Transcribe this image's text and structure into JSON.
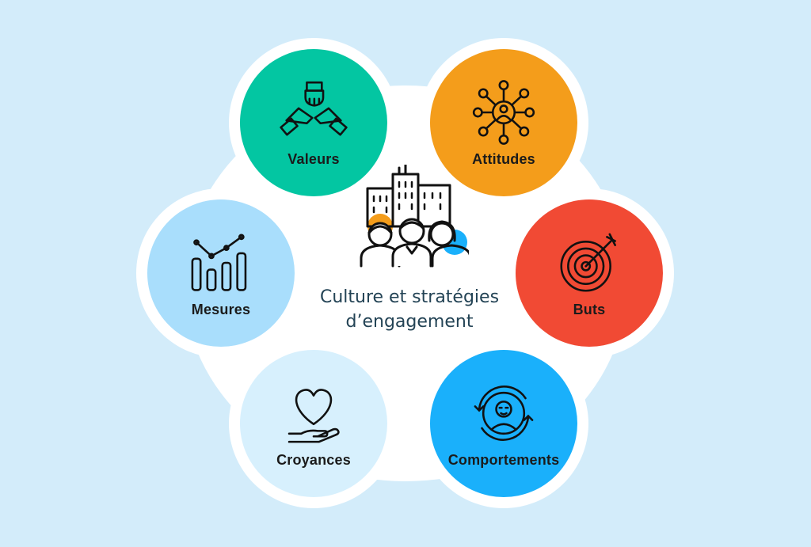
{
  "center": {
    "title_line1": "Culture et stratégies",
    "title_line2": "d’engagement",
    "icon": "team-city-icon"
  },
  "nodes": [
    {
      "key": "valeurs",
      "label": "Valeurs",
      "icon": "hands-together-icon",
      "color": "#03c6a2"
    },
    {
      "key": "attitudes",
      "label": "Attitudes",
      "icon": "network-person-icon",
      "color": "#f49d1b"
    },
    {
      "key": "buts",
      "label": "Buts",
      "icon": "target-arrow-icon",
      "color": "#f14a34"
    },
    {
      "key": "comportements",
      "label": "Comportements",
      "icon": "person-cycle-icon",
      "color": "#1ab0fb"
    },
    {
      "key": "croyances",
      "label": "Croyances",
      "icon": "heart-hand-icon",
      "color": "#d7f0fd"
    },
    {
      "key": "mesures",
      "label": "Mesures",
      "icon": "bar-line-chart-icon",
      "color": "#a9defc"
    }
  ],
  "colors": {
    "background": "#d3ecfa",
    "halo": "#ffffff",
    "text_center": "#234355",
    "line": "#111111"
  }
}
